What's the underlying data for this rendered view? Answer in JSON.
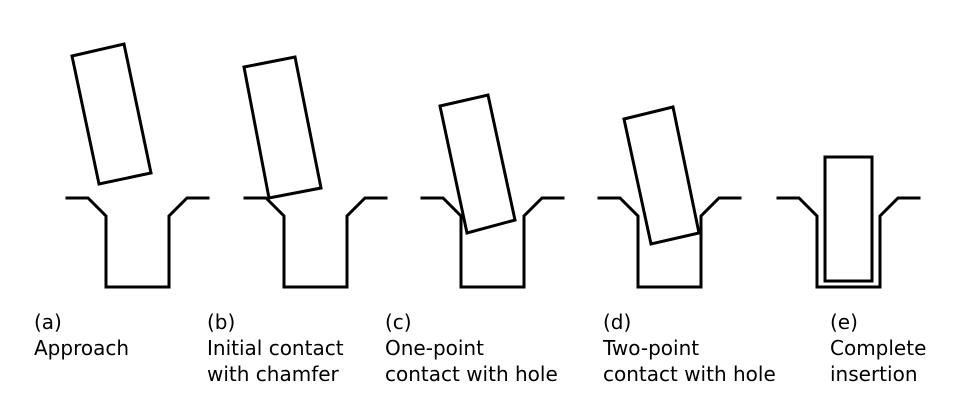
{
  "panels": [
    {
      "tag": "(a)",
      "line1": "Approach",
      "line2": ""
    },
    {
      "tag": "(b)",
      "line1": "Initial contact",
      "line2": "with chamfer"
    },
    {
      "tag": "(c)",
      "line1": "One-point",
      "line2": "contact with hole"
    },
    {
      "tag": "(d)",
      "line1": "Two-point",
      "line2": "contact with hole"
    },
    {
      "tag": "(e)",
      "line1": "Complete",
      "line2": "insertion"
    }
  ],
  "colors": {
    "line": "#000000",
    "background": "#ffffff"
  }
}
